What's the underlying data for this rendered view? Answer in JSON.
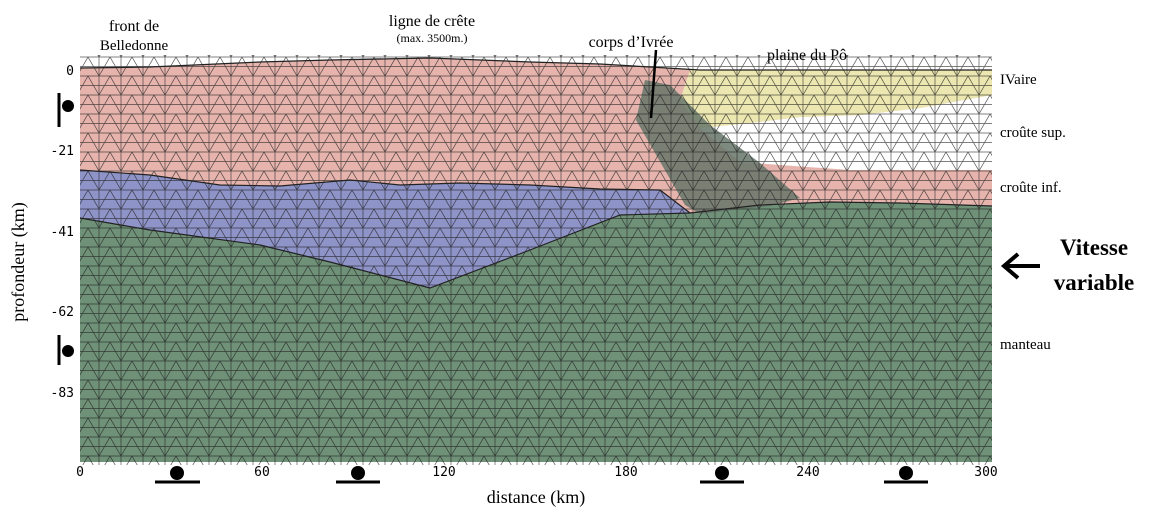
{
  "labels": {
    "top_front_line1": "front de",
    "top_front_line2": "Belledonne",
    "top_crest": "ligne de crête",
    "top_crest_sub": "(max. 3500m.)",
    "top_ivrea": "corps d’Ivrée",
    "top_po": "plaine du Pô",
    "right_ivaire": "IVaire",
    "right_upper_crust": "croûte sup.",
    "right_lower_crust": "croûte inf.",
    "right_mantle": "manteau",
    "right_velocity_line1": "Vitesse",
    "right_velocity_line2": "variable"
  },
  "axes": {
    "x_label": "distance (km)",
    "y_label": "profondeur (km)",
    "x_ticks": [
      "0",
      "60",
      "120",
      "180",
      "240",
      "300"
    ],
    "y_ticks": [
      "0",
      "-21",
      "-41",
      "-62",
      "-83"
    ]
  },
  "colors": {
    "upper_crust": "#e6b4ad",
    "lower_crust": "#8e93c8",
    "mantle": "#6f9178",
    "sediment": "#ece7b0",
    "ivrea_body": "#66766a",
    "mesh_line": "#1e1e1e"
  },
  "icons": [
    "station-icon"
  ]
}
